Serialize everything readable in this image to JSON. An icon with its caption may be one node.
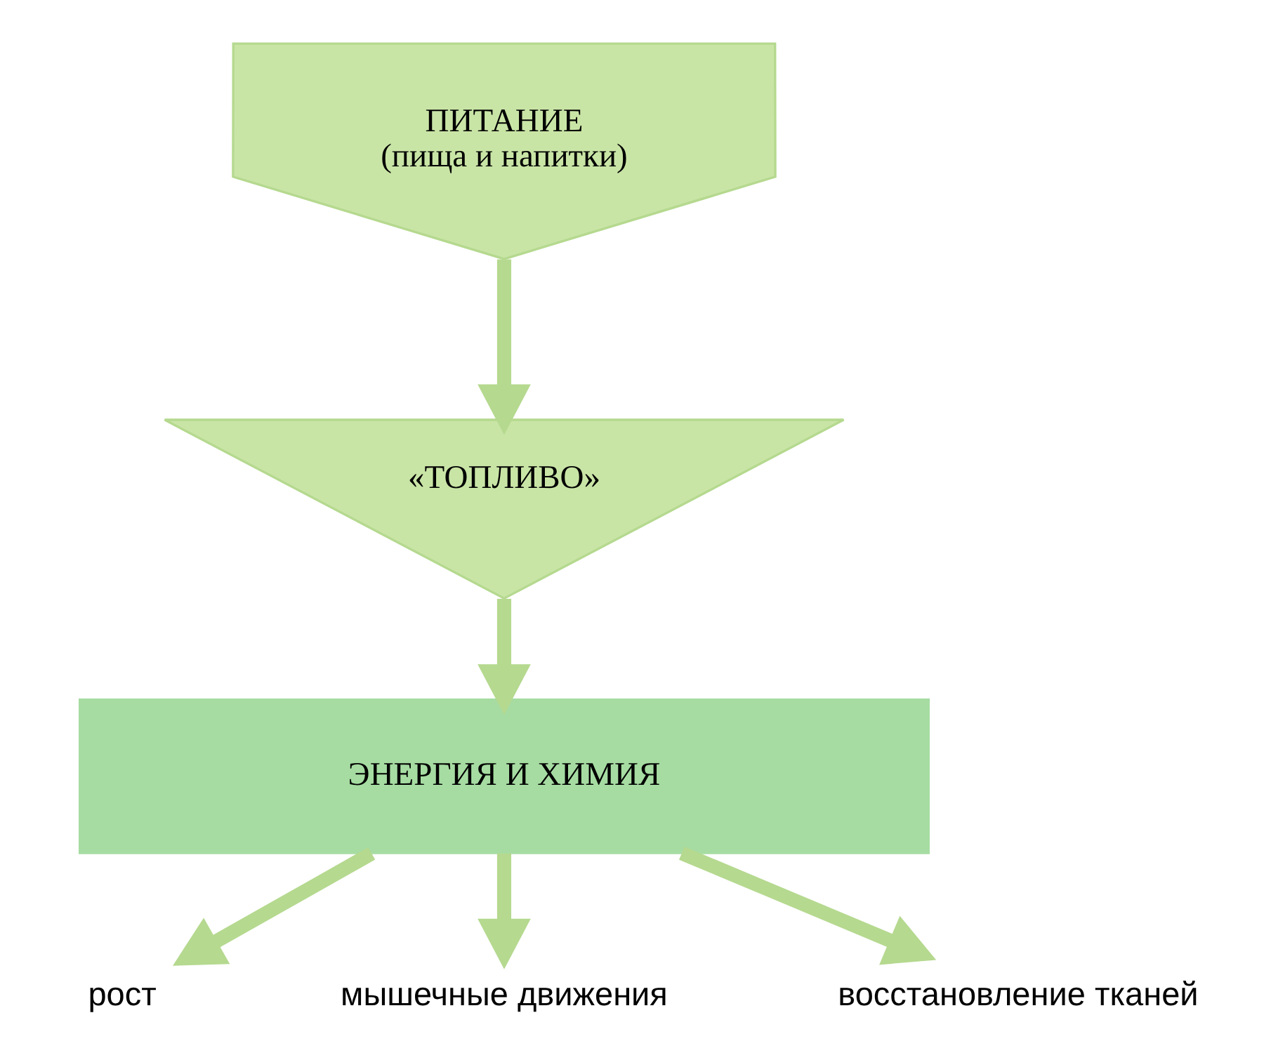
{
  "diagram": {
    "nodes": [
      {
        "text": [
          "ПИТАНИЕ",
          "(пища и напитки)"
        ]
      },
      {
        "text": [
          "«ТОПЛИВО»"
        ]
      },
      {
        "text": [
          "ЭНЕРГИЯ И ХИМИЯ"
        ]
      },
      {
        "text": [
          "рост"
        ]
      },
      {
        "text": [
          "мышечные движения"
        ]
      },
      {
        "text": [
          "восстановление тканей"
        ]
      }
    ],
    "edges": [
      {
        "from": 0,
        "to": 1,
        "arrow": "to"
      },
      {
        "from": 1,
        "to": 2,
        "arrow": "to"
      },
      {
        "from": 2,
        "to": 3,
        "arrow": "to"
      },
      {
        "from": 2,
        "to": 4,
        "arrow": "to"
      },
      {
        "from": 2,
        "to": 5,
        "arrow": "to"
      }
    ]
  }
}
